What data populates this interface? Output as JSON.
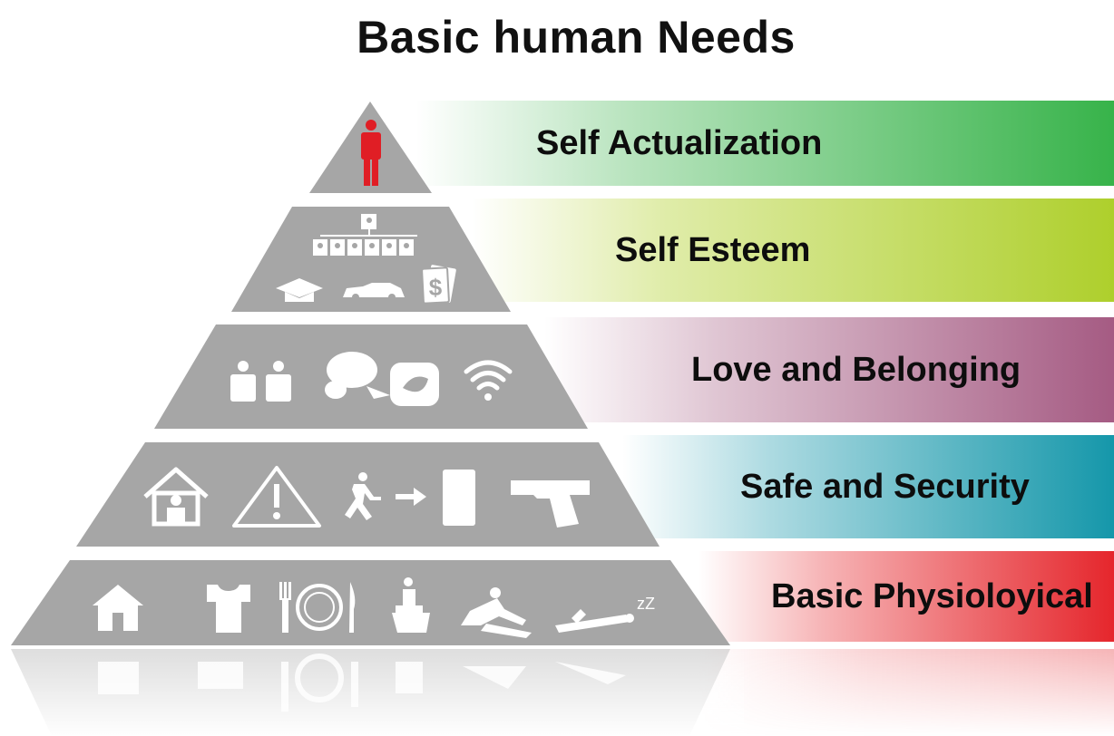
{
  "title": "Basic human Needs",
  "levels": [
    {
      "label": "Self Actualization",
      "color": "#37b34a",
      "icons": [
        "person-icon"
      ]
    },
    {
      "label": "Self Esteem",
      "color": "#aecf2c",
      "icons": [
        "org-chart-icon",
        "graduation-cap-icon",
        "car-icon",
        "money-icon"
      ]
    },
    {
      "label": "Love and Belonging",
      "color": "#a55b83",
      "icons": [
        "people-icon",
        "chat-bubbles-icon",
        "bird-icon",
        "wifi-icon"
      ]
    },
    {
      "label": "Safe and Security",
      "color": "#1597aa",
      "icons": [
        "guard-house-icon",
        "warning-icon",
        "run-to-door-icon",
        "gun-icon"
      ]
    },
    {
      "label": "Basic Physioloyical",
      "color": "#e5262c",
      "icons": [
        "house-icon",
        "tshirt-icon",
        "plate-cutlery-icon",
        "toilet-icon",
        "intimacy-icon",
        "sleep-icon"
      ]
    }
  ],
  "zz_text": "zZ"
}
